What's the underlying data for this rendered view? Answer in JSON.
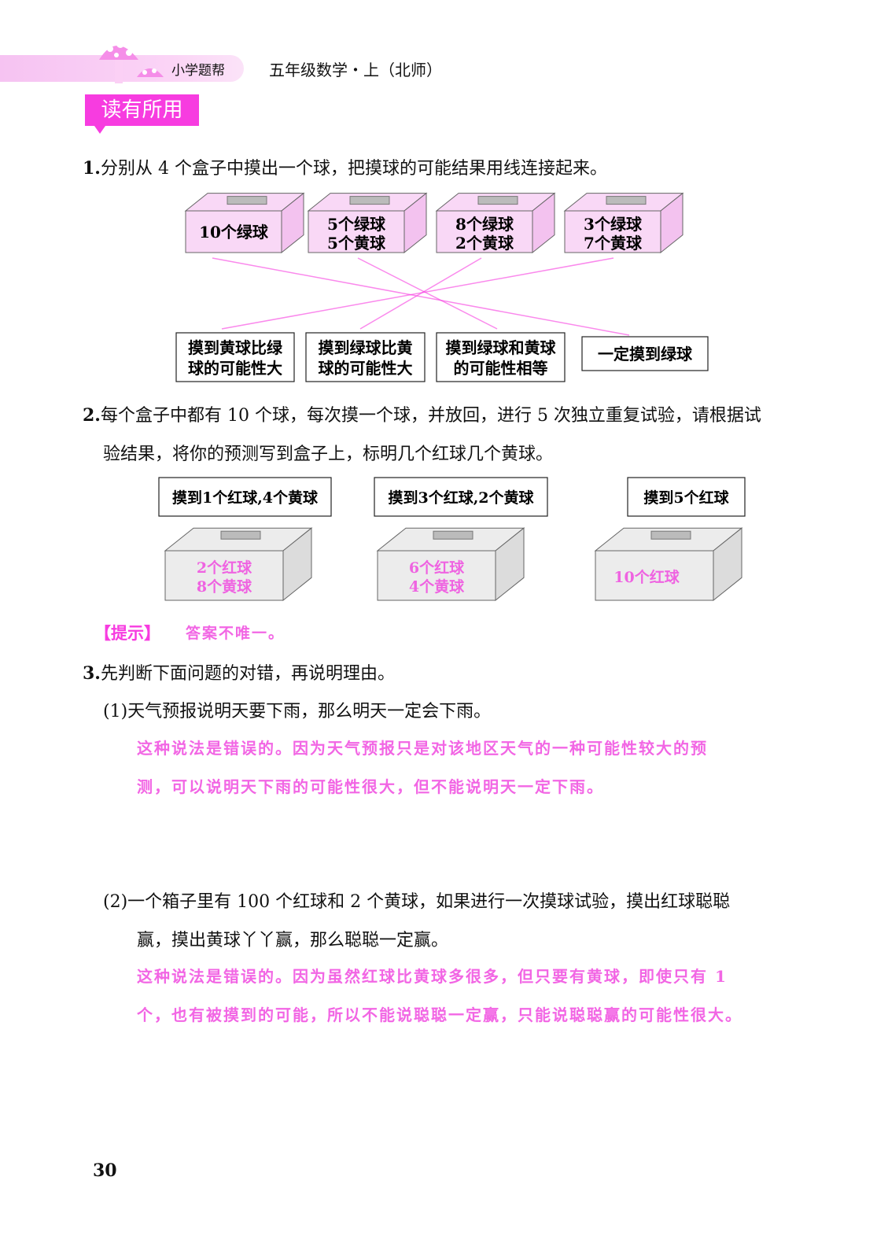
{
  "header": {
    "brand": "小学题帮",
    "book_title": "五年级数学・上（北师）",
    "section_badge": "读有所用"
  },
  "q1": {
    "number": "1.",
    "text": "分别从 4 个盒子中摸出一个球，把摸球的可能结果用线连接起来。",
    "boxes": [
      {
        "line1": "10个绿球",
        "line2": ""
      },
      {
        "line1": "5个绿球",
        "line2": "5个黄球"
      },
      {
        "line1": "8个绿球",
        "line2": "2个黄球"
      },
      {
        "line1": "3个绿球",
        "line2": "7个黄球"
      }
    ],
    "outcomes": [
      {
        "line1": "摸到黄球比绿",
        "line2": "球的可能性大"
      },
      {
        "line1": "摸到绿球比黄",
        "line2": "球的可能性大"
      },
      {
        "line1": "摸到绿球和黄球",
        "line2": "的可能性相等"
      },
      {
        "line1": "一定摸到绿球",
        "line2": ""
      }
    ],
    "connections": [
      [
        0,
        3
      ],
      [
        1,
        2
      ],
      [
        2,
        1
      ],
      [
        3,
        0
      ]
    ]
  },
  "q2": {
    "number": "2.",
    "line1": "每个盒子中都有 10 个球，每次摸一个球，并放回，进行 5 次独立重复试验，请根据试",
    "line2": "验结果，将你的预测写到盒子上，标明几个红球几个黄球。",
    "results": [
      "摸到1个红球,4个黄球",
      "摸到3个红球,2个黄球",
      "摸到5个红球"
    ],
    "answers": [
      {
        "line1": "2个红球",
        "line2": "8个黄球"
      },
      {
        "line1": "6个红球",
        "line2": "4个黄球"
      },
      {
        "line1": "10个红球",
        "line2": ""
      }
    ],
    "hint_label": "【提示】",
    "hint_text": "答案不唯一。"
  },
  "q3": {
    "number": "3.",
    "text": "先判断下面问题的对错，再说明理由。",
    "sub1": {
      "label": "(1)",
      "text": "天气预报说明天要下雨，那么明天一定会下雨。",
      "answer_line1": "这种说法是错误的。因为天气预报只是对该地区天气的一种可能性较大的预",
      "answer_line2": "测，可以说明天下雨的可能性很大，但不能说明天一定下雨。"
    },
    "sub2": {
      "label": "(2)",
      "text_line1": "一个箱子里有 100 个红球和 2 个黄球，如果进行一次摸球试验，摸出红球聪聪",
      "text_line2": "赢，摸出黄球丫丫赢，那么聪聪一定赢。",
      "answer_line1": "这种说法是错误的。因为虽然红球比黄球多很多，但只要有黄球，即使只有 1",
      "answer_line2": "个，也有被摸到的可能，所以不能说聪聪一定赢，只能说聪聪赢的可能性很大。"
    }
  },
  "page_number": "30",
  "colors": {
    "accent": "#f73ce0",
    "answer": "#f04ce0",
    "box_pink": "#f9d8f6",
    "box_gray": "#ececec"
  }
}
